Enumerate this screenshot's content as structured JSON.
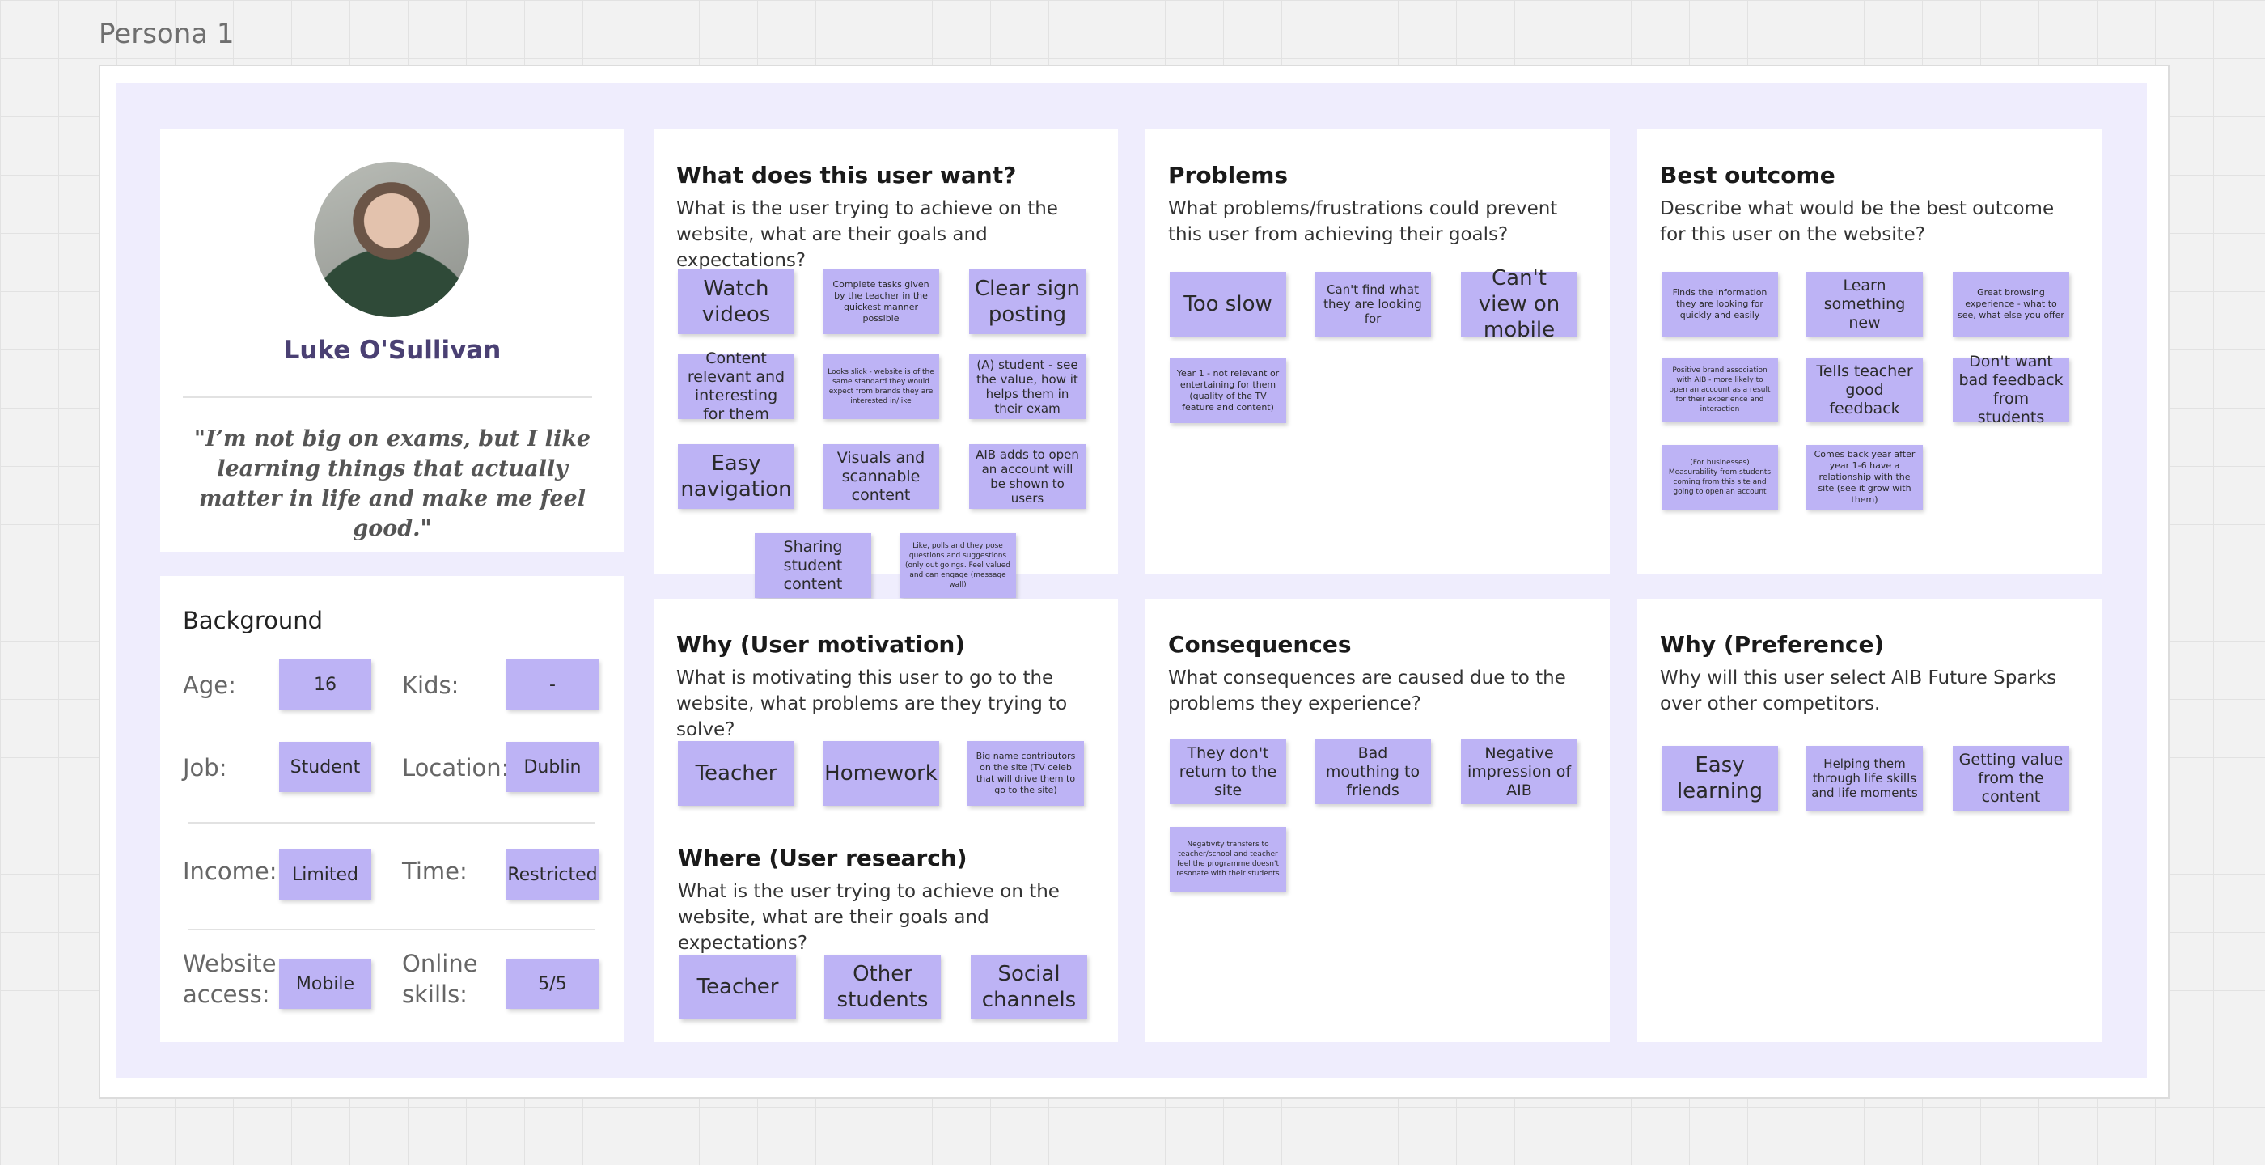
{
  "frame_title": "Persona 1",
  "persona": {
    "name": "Luke O'Sullivan",
    "quote": "\"I’m not big on exams, but I like learning things that actually matter in life and make me feel good.\""
  },
  "background": {
    "title": "Background",
    "age_label": "Age:",
    "age_value": "16",
    "kids_label": "Kids:",
    "kids_value": "-",
    "job_label": "Job:",
    "job_value": "Student",
    "location_label": "Location:",
    "location_value": "Dublin",
    "income_label": "Income:",
    "income_value": "Limited",
    "time_label": "Time:",
    "time_value": "Restricted",
    "website_access_label": "Website access:",
    "website_access_value": "Mobile",
    "online_skills_label": "Online skills:",
    "online_skills_value": "5/5"
  },
  "wants": {
    "title": "What does this user want?",
    "desc": "What is the user trying to achieve on the website, what are their goals and expectations?",
    "notes": [
      "Watch videos",
      "Complete tasks given by the teacher in the quickest manner possible",
      "Clear sign posting",
      "Content relevant and interesting for them",
      "Looks slick - website is of the same standard they would expect from brands they are interested in/like",
      "(A) student - see the value, how it helps them in their exam",
      "Easy navigation",
      "Visuals and scannable content",
      "AIB adds to open an account will be shown to users",
      "Sharing student content",
      "Like, polls and they pose questions and suggestions (only out goings. Feel valued and can engage (message wall)"
    ]
  },
  "problems": {
    "title": "Problems",
    "desc": "What problems/frustrations could prevent this user from achieving their goals?",
    "notes": [
      "Too slow",
      "Can't find what they are looking for",
      "Can't view on mobile",
      "Year 1 - not relevant or entertaining for them (quality of the TV feature and content)"
    ]
  },
  "best_outcome": {
    "title": "Best outcome",
    "desc": "Describe what would be the best outcome for this user on the website?",
    "notes": [
      "Finds the information they are looking for quickly and easily",
      "Learn something new",
      "Great browsing experience - what to see, what else you offer",
      "Positive brand association with AIB - more likely to open an account as a result for their experience and interaction",
      "Tells teacher good feedback",
      "Don't want bad feedback from students",
      "(For businesses) Measurability from students coming from this site and going to open an account",
      "Comes back year after year 1-6 have a relationship with the site (see it grow with them)"
    ]
  },
  "motivation": {
    "title": "Why (User motivation)",
    "desc": "What is motivating this user to go to the website, what problems are they trying to solve?",
    "notes": [
      "Teacher",
      "Homework",
      "Big name contributors on the site (TV celeb that will drive them to go to the site)"
    ]
  },
  "research": {
    "title": "Where (User research)",
    "desc": "What is the user trying to achieve on the website, what are their goals and expectations?",
    "notes": [
      "Teacher",
      "Other students",
      "Social channels"
    ]
  },
  "consequences": {
    "title": "Consequences",
    "desc": "What consequences are caused due to the problems they experience?",
    "notes": [
      "They don't return to the site",
      "Bad mouthing to friends",
      "Negative impression of AIB",
      "Negativity transfers to teacher/school and teacher feel the programme doesn't resonate with their students"
    ]
  },
  "preference": {
    "title": "Why (Preference)",
    "desc": "Why will this user select AIB Future Sparks over other competitors.",
    "notes": [
      "Easy learning",
      "Helping them through life skills and life moments",
      "Getting value from the content"
    ]
  },
  "colors": {
    "canvas": "#f2f2f2",
    "board": "#efedfd",
    "sticky": "#bdb3f5",
    "name": "#4a4073"
  }
}
